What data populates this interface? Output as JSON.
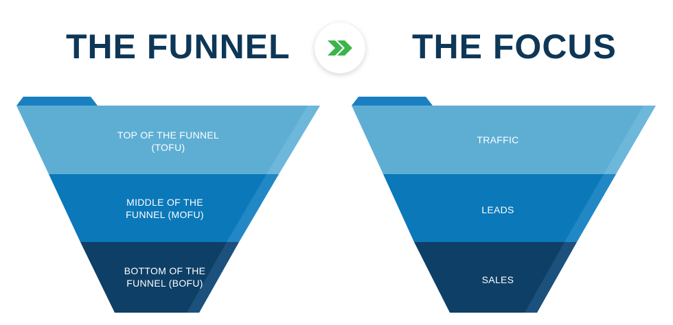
{
  "titles": {
    "left": "THE FUNNEL",
    "right": "THE FOCUS"
  },
  "separator": {
    "icon": "double-chevron-right-icon",
    "color": "#3bb54a"
  },
  "colors": {
    "heading": "#0e3757",
    "tier_top": "#5eaed4",
    "tier_middle": "#0b78b9",
    "tier_bottom": "#0e3f66",
    "tab": "#1a7fc1",
    "label_text": "#ffffff"
  },
  "funnel": {
    "top_line1": "TOP OF THE FUNNEL",
    "top_line2": "(TOFU)",
    "middle_line1": "MIDDLE OF THE",
    "middle_line2": "FUNNEL (MOFU)",
    "bottom_line1": "BOTTOM OF THE",
    "bottom_line2": "FUNNEL (BOFU)"
  },
  "focus": {
    "top": "TRAFFIC",
    "middle": "LEADS",
    "bottom": "SALES"
  }
}
